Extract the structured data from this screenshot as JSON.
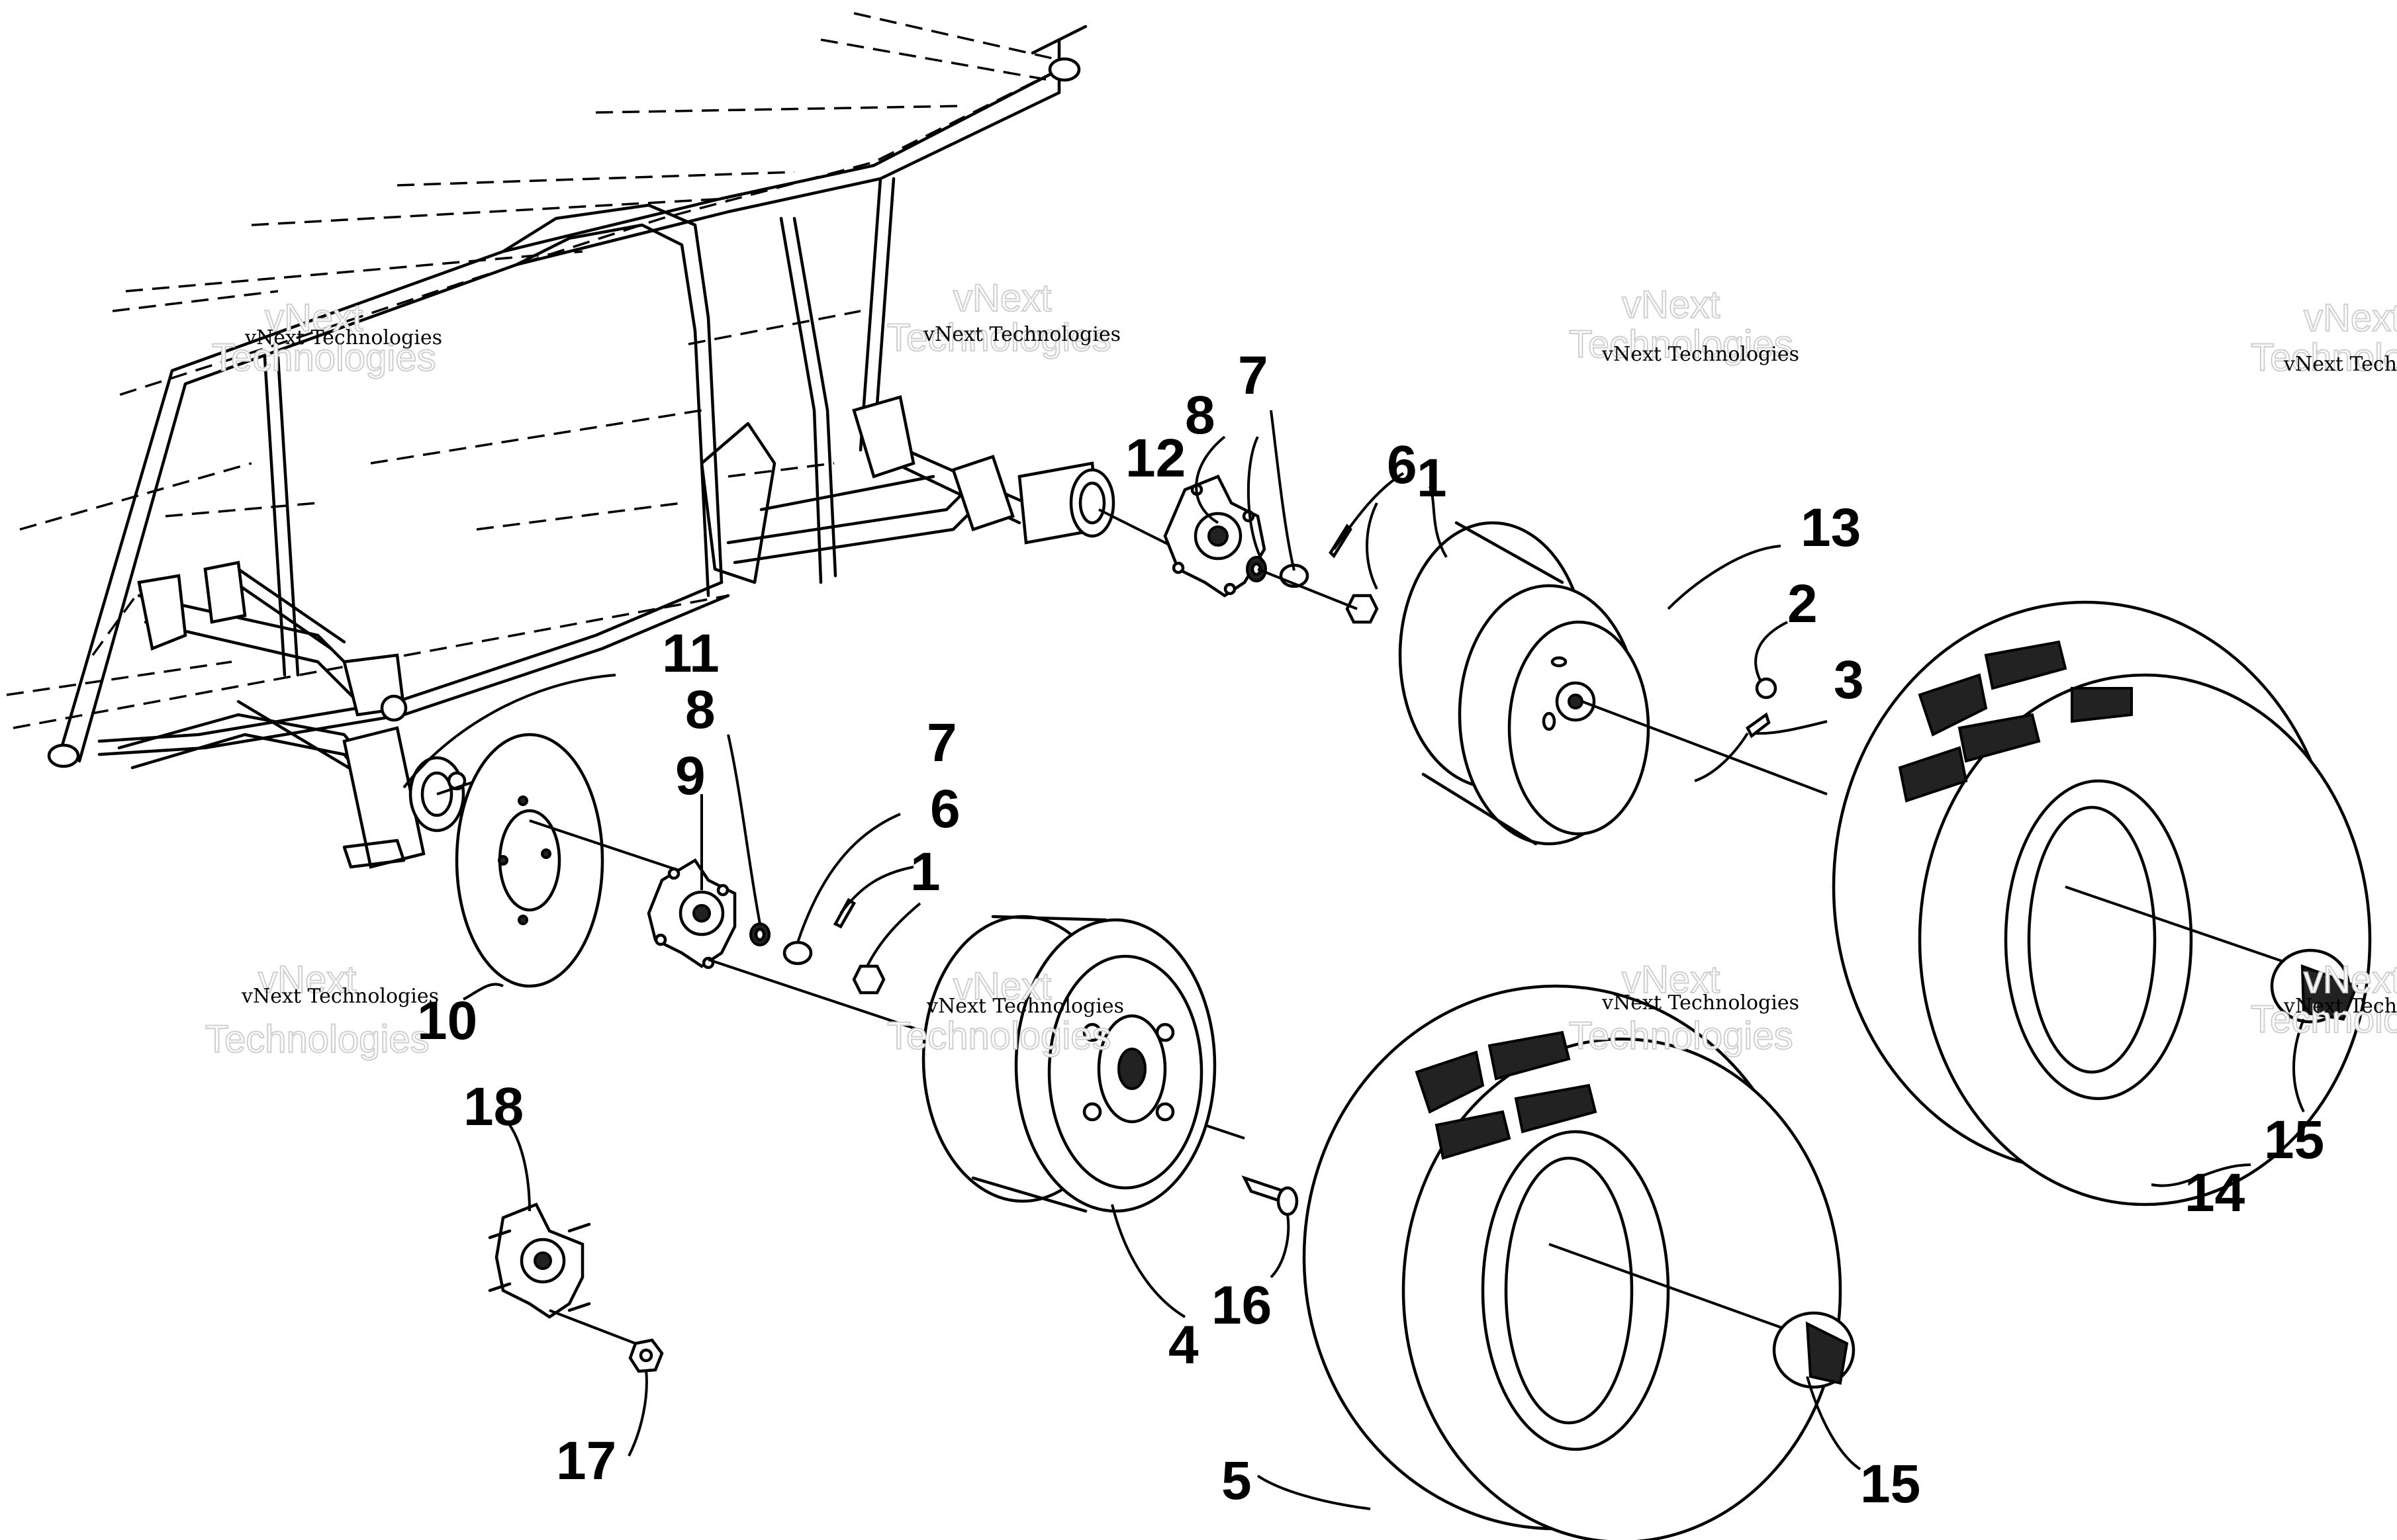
{
  "watermark": {
    "small_text": "vNext Technologies",
    "large_line1": "vNext",
    "large_line2": "Technologies"
  },
  "callouts": [
    {
      "id": "c1a",
      "label": "1"
    },
    {
      "id": "c1b",
      "label": "1"
    },
    {
      "id": "c2",
      "label": "2"
    },
    {
      "id": "c3",
      "label": "3"
    },
    {
      "id": "c4",
      "label": "4"
    },
    {
      "id": "c5",
      "label": "5"
    },
    {
      "id": "c6a",
      "label": "6"
    },
    {
      "id": "c6b",
      "label": "6"
    },
    {
      "id": "c7a",
      "label": "7"
    },
    {
      "id": "c7b",
      "label": "7"
    },
    {
      "id": "c8a",
      "label": "8"
    },
    {
      "id": "c8b",
      "label": "8"
    },
    {
      "id": "c9",
      "label": "9"
    },
    {
      "id": "c10",
      "label": "10"
    },
    {
      "id": "c11",
      "label": "11"
    },
    {
      "id": "c12",
      "label": "12"
    },
    {
      "id": "c13",
      "label": "13"
    },
    {
      "id": "c14",
      "label": "14"
    },
    {
      "id": "c15a",
      "label": "15"
    },
    {
      "id": "c15b",
      "label": "15"
    },
    {
      "id": "c16",
      "label": "16"
    },
    {
      "id": "c17",
      "label": "17"
    },
    {
      "id": "c18",
      "label": "18"
    }
  ]
}
